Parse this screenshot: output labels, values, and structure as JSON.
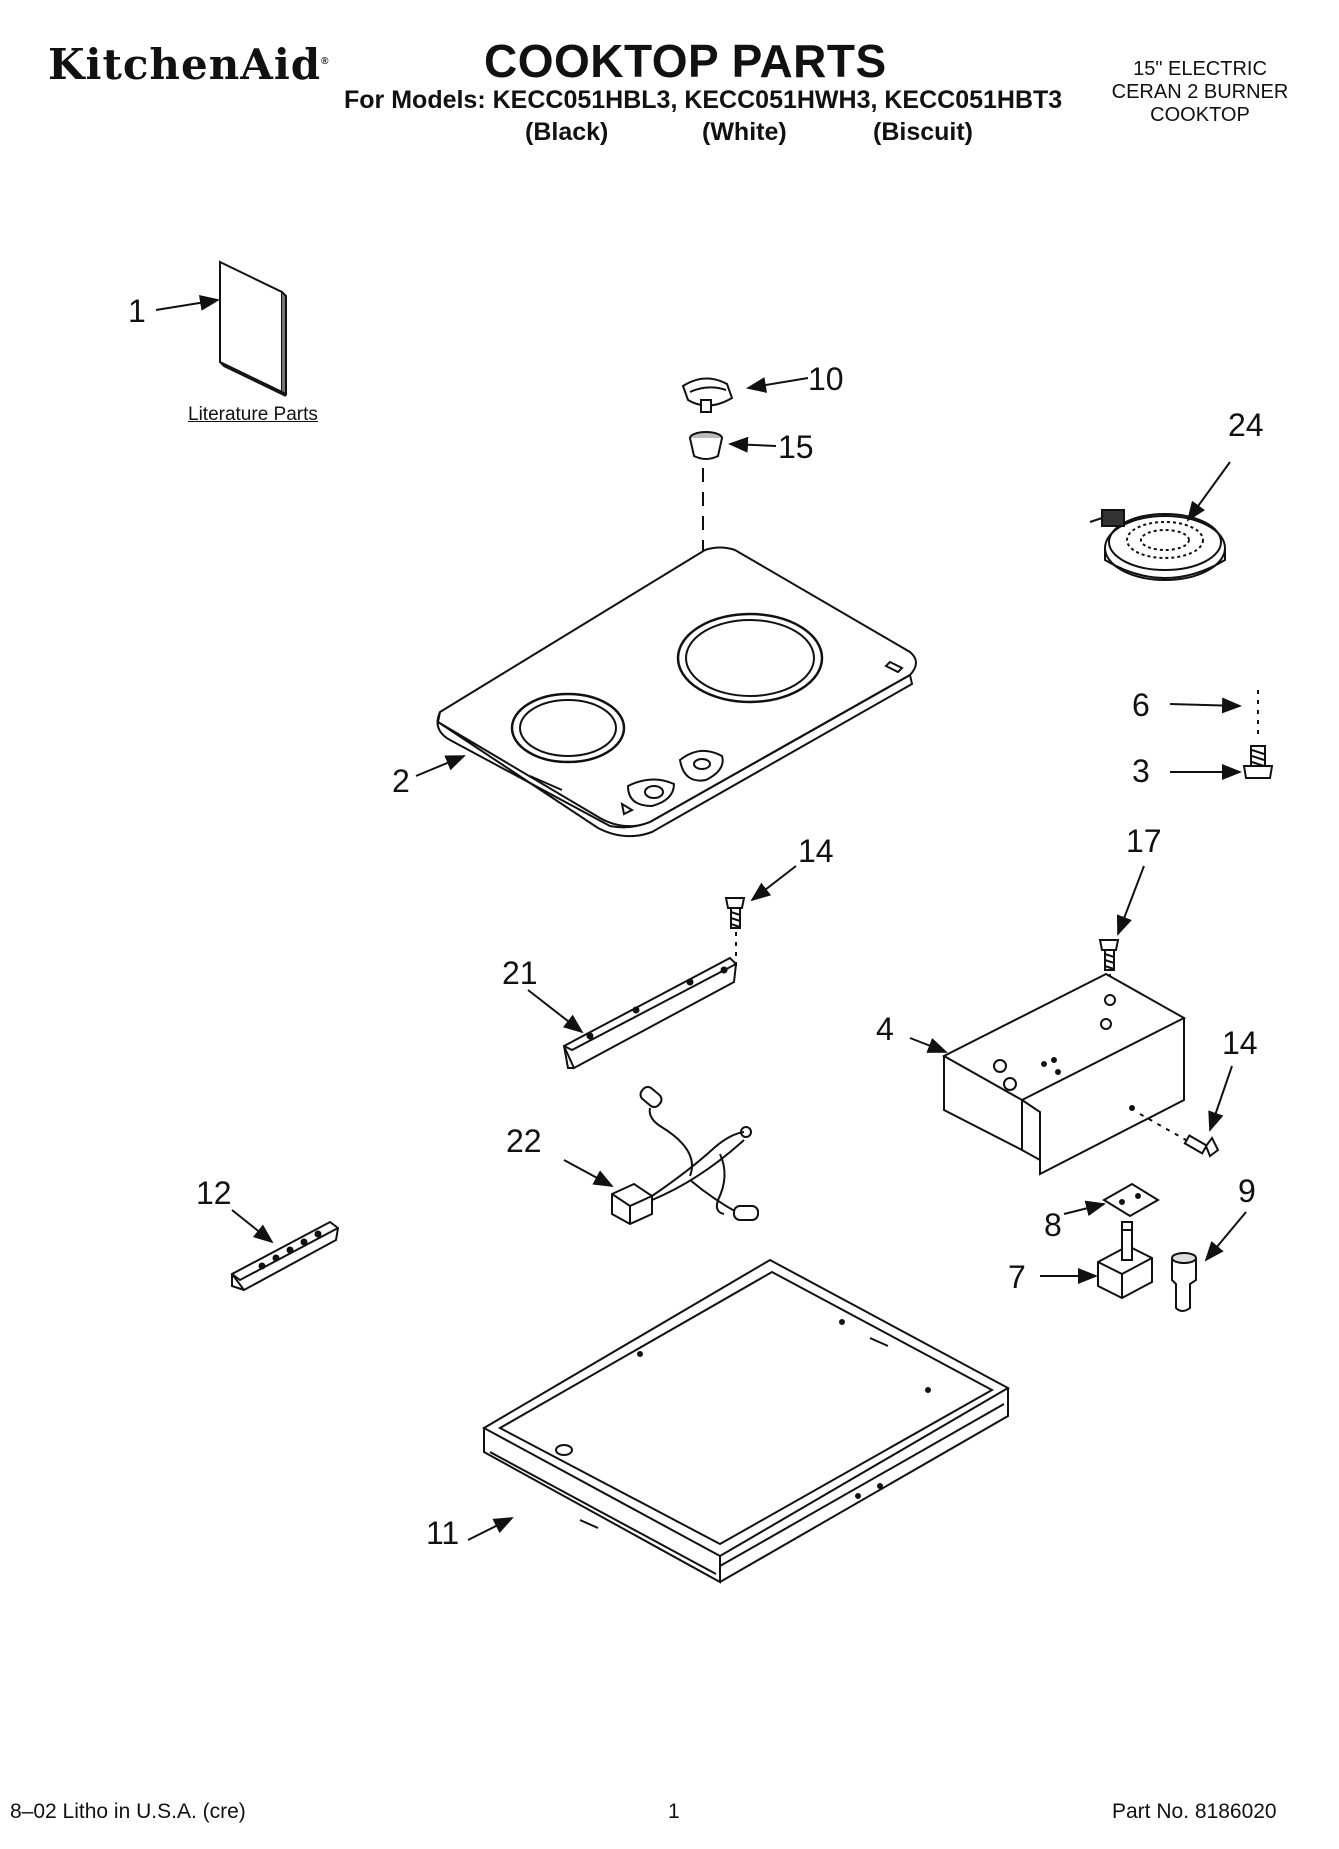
{
  "header": {
    "brand": "KitchenAid",
    "brand_mark": "®",
    "title": "COOKTOP PARTS",
    "models_line": "For Models: KECC051HBL3, KECC051HWH3, KECC051HBT3",
    "variants": [
      "(Black)",
      "(White)",
      "(Biscuit)"
    ],
    "description": [
      "15\" ELECTRIC",
      "CERAN 2 BURNER",
      "COOKTOP"
    ]
  },
  "literature_label": "Literature Parts",
  "callouts": [
    "1",
    "10",
    "15",
    "24",
    "6",
    "3",
    "2",
    "14",
    "17",
    "21",
    "4",
    "14",
    "22",
    "12",
    "9",
    "8",
    "7",
    "11"
  ],
  "footer": {
    "left": "8–02 Litho in U.S.A. (cre)",
    "center": "1",
    "right": "Part No. 8186020"
  }
}
